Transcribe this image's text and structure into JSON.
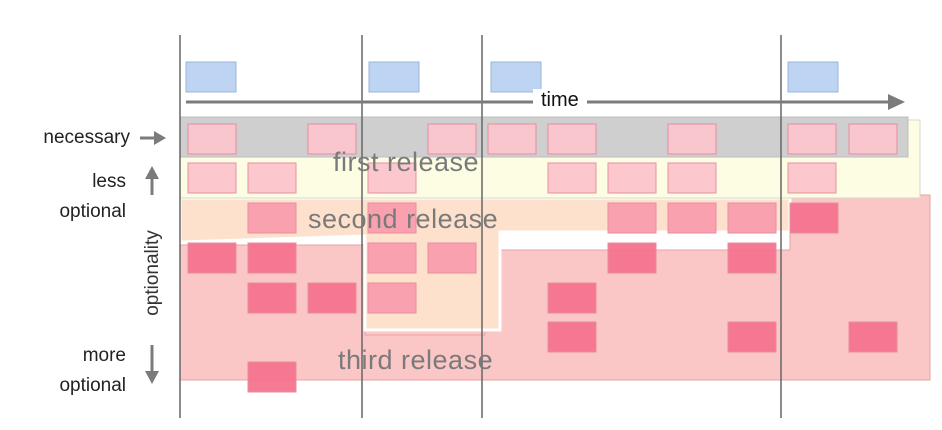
{
  "labels": {
    "necessary": "necessary",
    "less_line1": "less",
    "less_line2": "optional",
    "more_line1": "more",
    "more_line2": "optional",
    "optionality": "optionality",
    "time": "time"
  },
  "releases": {
    "first": "first release",
    "second": "second release",
    "third": "third release"
  },
  "colors": {
    "timeline_box": "#bcd4f2",
    "grid_line": "#666666",
    "arrow": "#7b7b7b",
    "first_release_fill": "#fdfde2",
    "necessary_band": "#cdcdcd",
    "second_release_fill": "#fde3cf",
    "third_release_fill": "#fbc4c4",
    "card_light": "#fcc6cd",
    "card_medium": "#fa9eae",
    "card_dark": "#f5738f"
  }
}
